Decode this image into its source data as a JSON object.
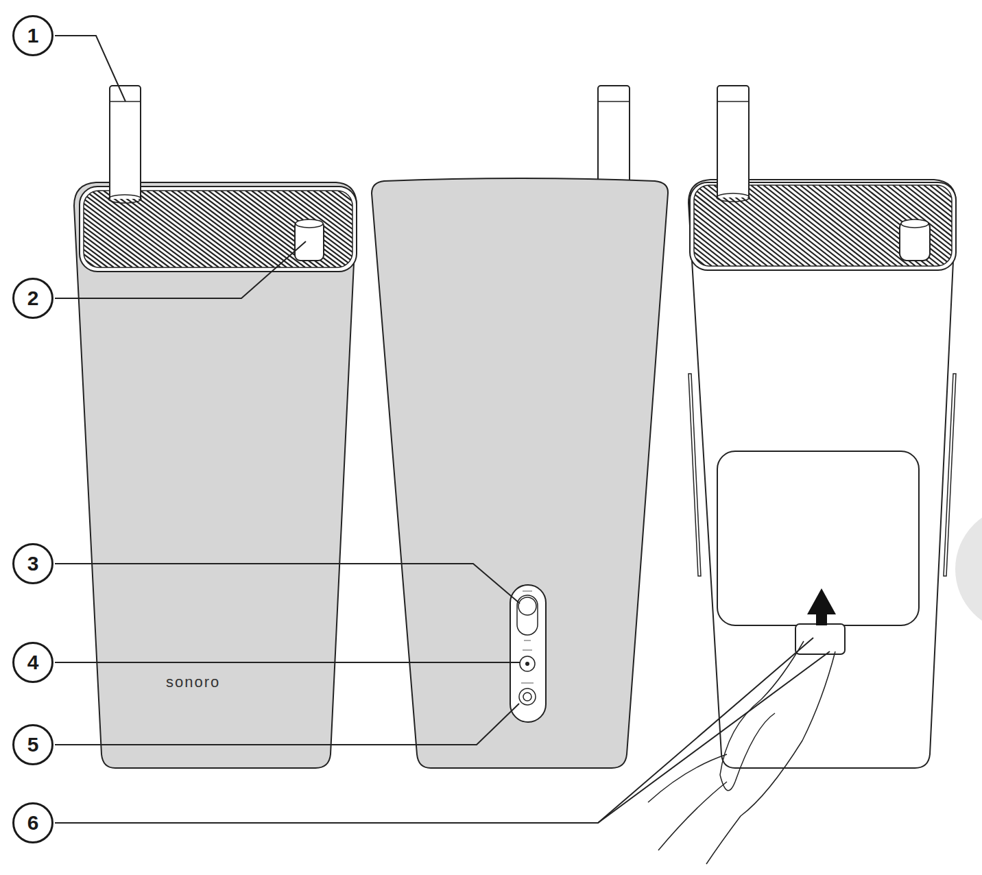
{
  "diagram": {
    "nodes": [
      {
        "text": [
          "1"
        ]
      },
      {
        "text": [
          "2"
        ]
      },
      {
        "text": [
          "3"
        ]
      },
      {
        "text": [
          "4"
        ]
      },
      {
        "text": [
          "5"
        ]
      },
      {
        "text": [
          "6"
        ]
      }
    ],
    "labels": [
      "sonoro"
    ]
  }
}
